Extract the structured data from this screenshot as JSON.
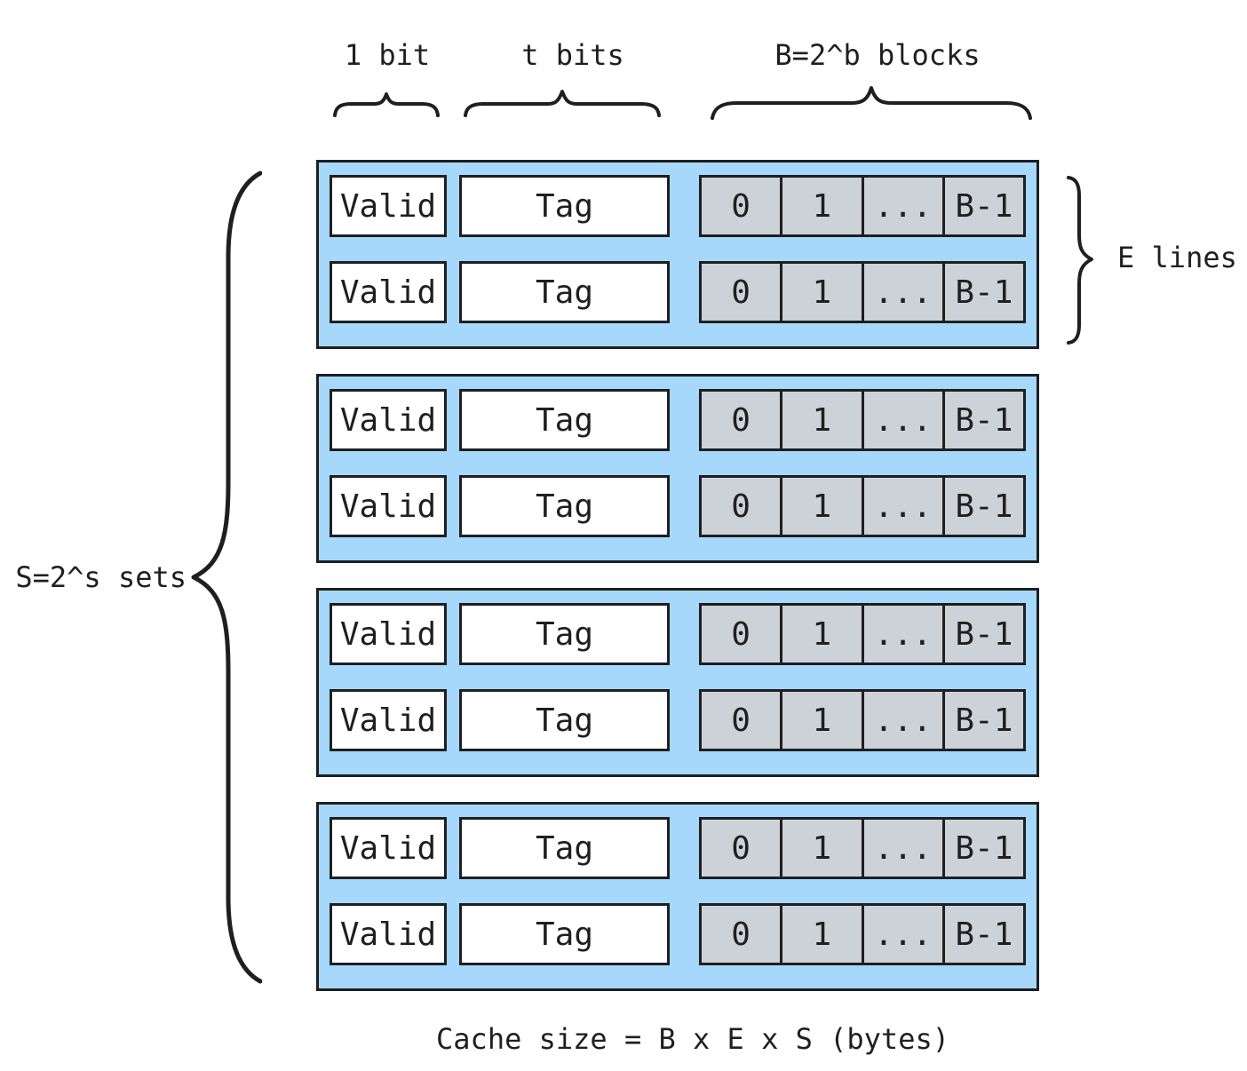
{
  "annotations": {
    "valid_width": "1 bit",
    "tag_width": "t bits",
    "block_count": "B=2^b blocks",
    "set_count": "S=2^s sets",
    "line_count": "E lines",
    "cache_size_formula": "Cache size = B x E x S (bytes)"
  },
  "line": {
    "valid": "Valid",
    "tag": "Tag",
    "cells": [
      "0",
      "1",
      "...",
      "B-1"
    ]
  },
  "structure": {
    "num_sets": 4,
    "lines_per_set": 2,
    "cells_per_block": 4
  },
  "colors": {
    "set_fill": "#a5d8fb",
    "block_cell_fill": "#cdd2d9",
    "field_fill": "#ffffff",
    "stroke": "#1f1f1f",
    "background": "#ffffff"
  }
}
